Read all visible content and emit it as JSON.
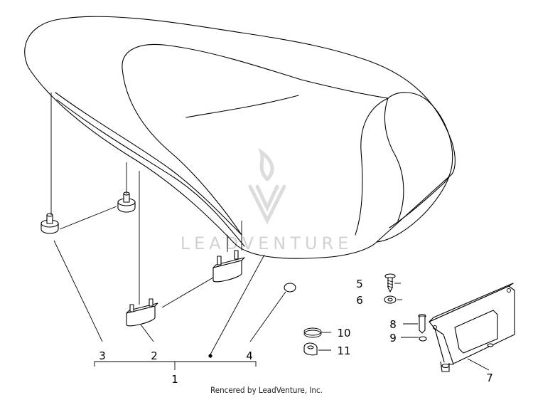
{
  "watermark": {
    "text": "LEADVENTURE"
  },
  "credit": "Rencered by LeadVenture, Inc.",
  "callouts": [
    "1",
    "2",
    "3",
    "4",
    "5",
    "6",
    "7",
    "8",
    "9",
    "10",
    "11"
  ]
}
